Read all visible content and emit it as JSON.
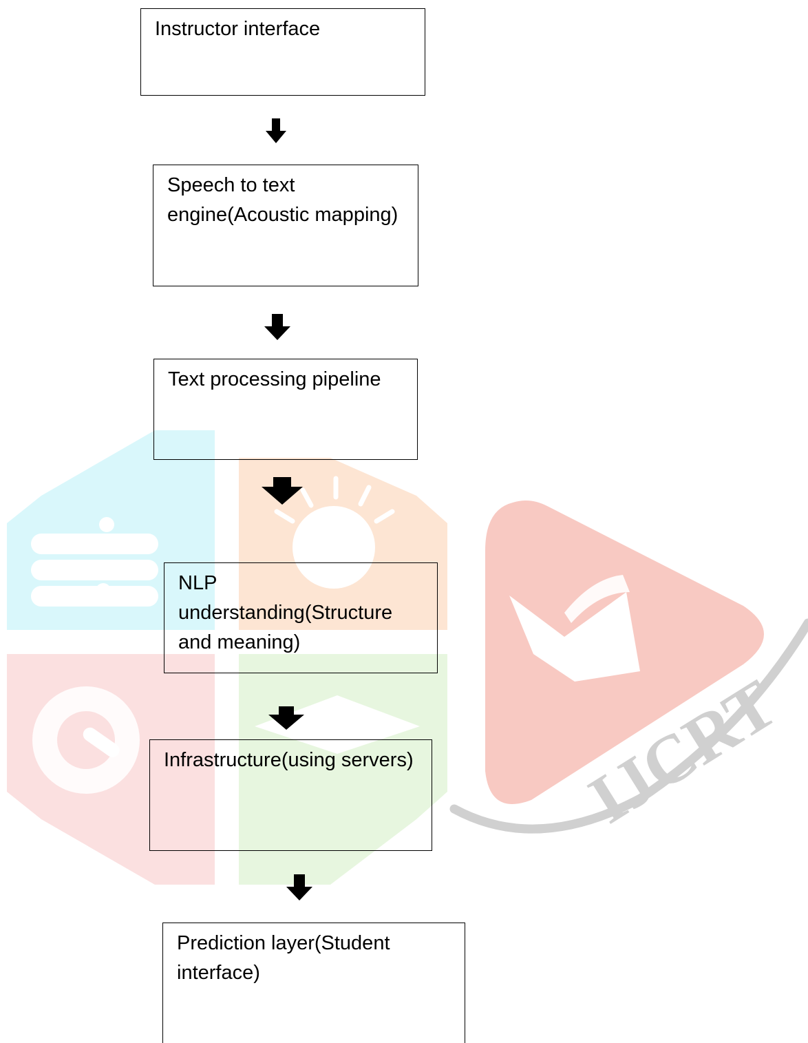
{
  "steps": [
    {
      "label": "Instructor interface"
    },
    {
      "label": "Speech to text engine(Acoustic mapping)"
    },
    {
      "label": "Text processing pipeline"
    },
    {
      "label": "NLP understanding(Structure and meaning)"
    },
    {
      "label": "Infrastructure(using servers)"
    },
    {
      "label": "Prediction layer(Student interface)"
    }
  ],
  "watermark": {
    "text": "IJCRT"
  },
  "colors": {
    "cyan": "#d9f7fb",
    "orange": "#fde5d3",
    "pink": "#fbe0e0",
    "green": "#e7f6df",
    "red": "#f8c9c2",
    "grey": "#d0d0d0"
  }
}
